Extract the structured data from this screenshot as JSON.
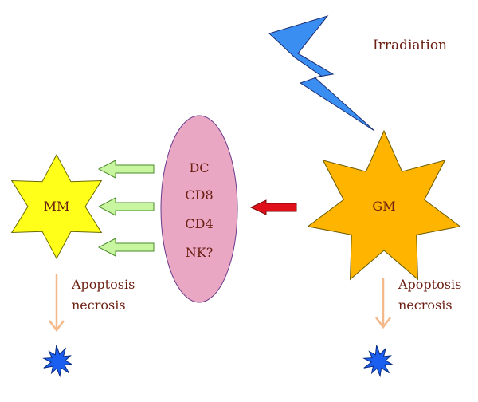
{
  "irradiation": {
    "label": "Irradiation"
  },
  "gm": {
    "label": "GM",
    "fill": "#FFB400",
    "stroke": "#6a5a00"
  },
  "mm": {
    "label": "MM",
    "fill": "#FFFF19",
    "stroke": "#6a6a00"
  },
  "immune_cells": {
    "fill": "#E9A7C4",
    "stroke": "#6b3a8a",
    "items": [
      "DC",
      "CD8",
      "CD4",
      "NK?"
    ]
  },
  "outcomes": {
    "left": [
      "Apoptosis",
      "necrosis"
    ],
    "right": [
      "Apoptosis",
      "necrosis"
    ]
  },
  "colors": {
    "lightning": "#3A8EF2",
    "red_arrow": "#E0101A",
    "green_arrow": "#C8F5A0",
    "outcome_arrow": "#F4B98A",
    "burst": "#1A5FEF",
    "text": "#6b1f12"
  }
}
